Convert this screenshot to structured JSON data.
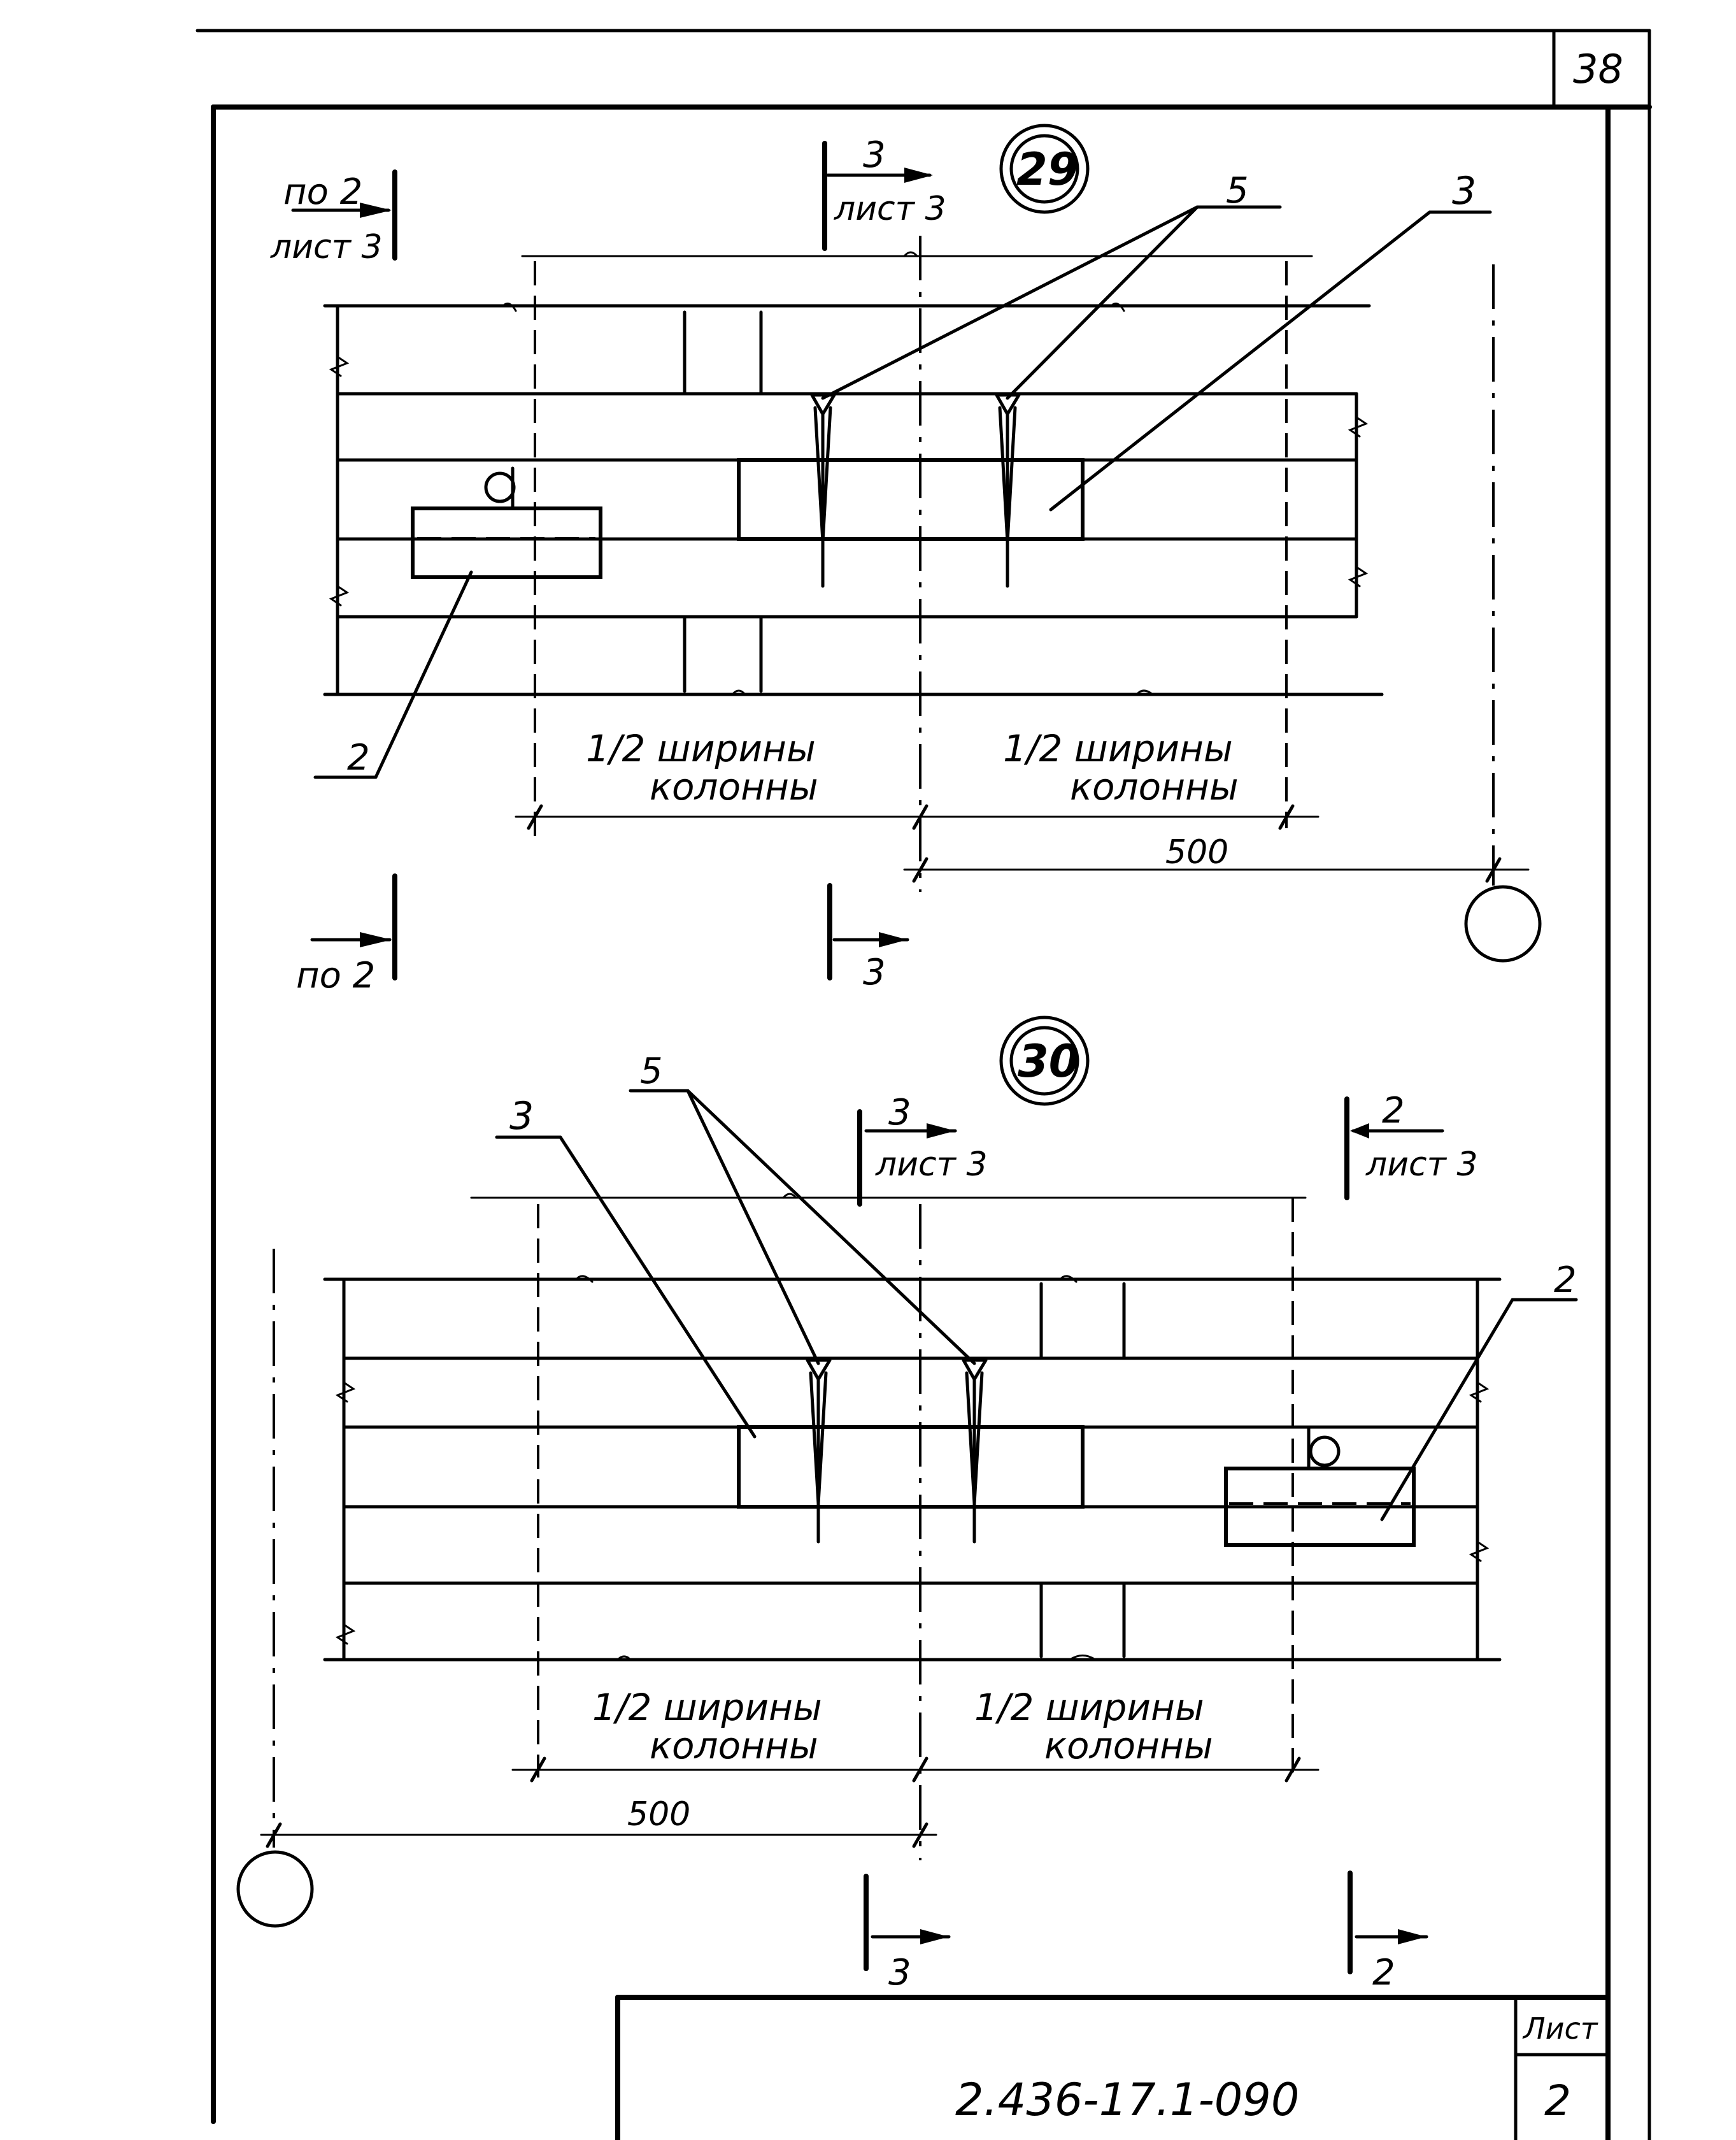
{
  "sheet": {
    "page_number": "38",
    "drawing_code": "2.436-17.1-090",
    "sheet_label": "Лист",
    "sheet_value": "2"
  },
  "detail_29": {
    "number": "29",
    "section_left_top": {
      "num": "по 2",
      "ref": "лист 3"
    },
    "section_left_bottom": {
      "num": "по 2"
    },
    "section_mid_top": {
      "num": "3",
      "ref": "лист 3"
    },
    "section_mid_bottom": {
      "num": "3"
    },
    "callout_5": "5",
    "callout_3": "3",
    "callout_2": "2",
    "dim_left": {
      "line1": "1/2 ширины",
      "line2": "колонны"
    },
    "dim_right": {
      "line1": "1/2 ширины",
      "line2": "колонны"
    },
    "dim_500": "500"
  },
  "detail_30": {
    "number": "30",
    "section_mid_top": {
      "num": "3",
      "ref": "лист 3"
    },
    "section_right_top": {
      "num": "2",
      "ref": "лист 3"
    },
    "section_mid_bottom": {
      "num": "3"
    },
    "section_right_bottom": {
      "num": "2"
    },
    "callout_5": "5",
    "callout_3": "3",
    "callout_2": "2",
    "dim_left": {
      "line1": "1/2 ширины",
      "line2": "колонны"
    },
    "dim_right": {
      "line1": "1/2 ширины",
      "line2": "колонны"
    },
    "dim_500": "500"
  }
}
